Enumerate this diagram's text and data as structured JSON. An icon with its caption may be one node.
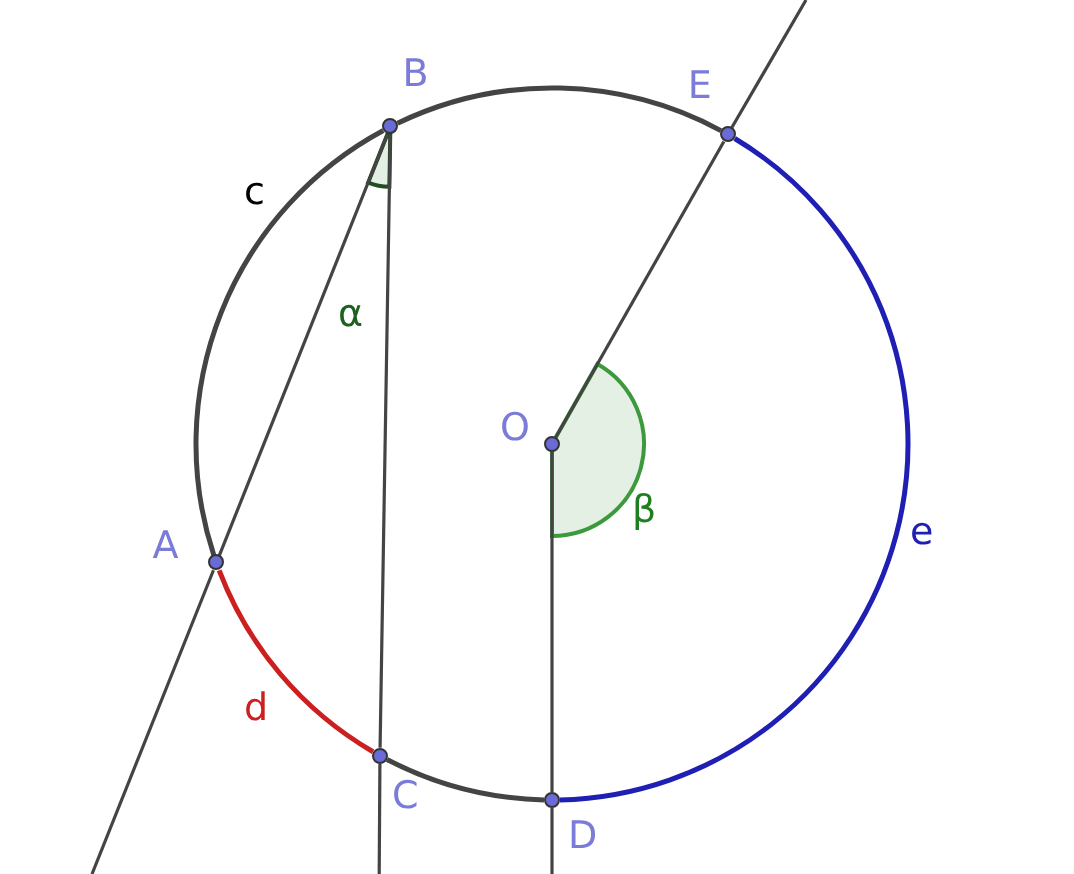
{
  "diagram": {
    "nodes": [
      {
        "text": [
          "A"
        ]
      },
      {
        "text": [
          "B"
        ]
      },
      {
        "text": [
          "C"
        ]
      },
      {
        "text": [
          "D"
        ]
      },
      {
        "text": [
          "E"
        ]
      },
      {
        "text": [
          "O"
        ]
      }
    ],
    "edges": [
      {
        "from": 0,
        "to": 1,
        "arrow": "none"
      },
      {
        "from": 1,
        "to": 2,
        "arrow": "none"
      },
      {
        "from": 5,
        "to": 4,
        "arrow": "none"
      },
      {
        "from": 5,
        "to": 3,
        "arrow": "none"
      },
      {
        "from": null,
        "to": 0,
        "arrow": "none"
      },
      {
        "from": 2,
        "to": null,
        "arrow": "none"
      },
      {
        "from": 4,
        "to": null,
        "arrow": "none"
      },
      {
        "from": 3,
        "to": null,
        "arrow": "none"
      },
      {
        "from": 0,
        "to": 1,
        "arrow": "none"
      },
      {
        "from": 1,
        "to": 4,
        "arrow": "none"
      },
      {
        "from": 4,
        "to": 3,
        "arrow": "none",
        "color": "#1f1fb4"
      },
      {
        "from": 3,
        "to": 2,
        "arrow": "none"
      },
      {
        "from": 2,
        "to": 0,
        "arrow": "none",
        "color": "#cc1f1f"
      }
    ],
    "labels": [
      "c",
      "d",
      "e",
      "α",
      "β"
    ]
  }
}
